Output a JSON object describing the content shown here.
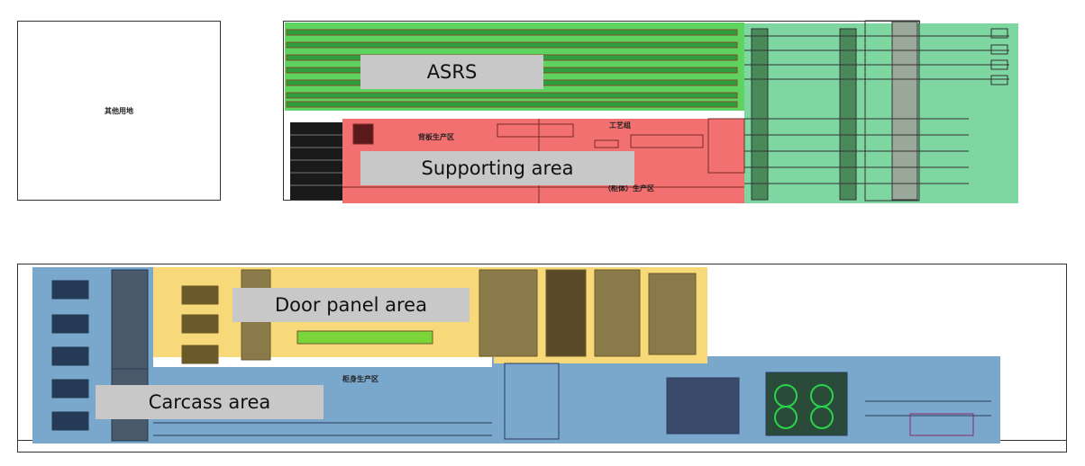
{
  "labels": {
    "asrs": "ASRS",
    "supporting": "Supporting area",
    "door_panel": "Door panel area",
    "carcass": "Carcass area"
  },
  "drawing_text": {
    "other_land": "其他用地",
    "back_panel_zone": "背板生产区",
    "craft_group": "工艺组",
    "cabinet_zone": "（柜体）生产区",
    "carcass_zone": "柜身生产区"
  },
  "colors": {
    "asrs_fill": "#5fd35f",
    "supporting_fill": "#f27070",
    "right_green": "#7ed6a0",
    "door_fill": "#f7d97a",
    "carcass_fill": "#7aa8cc",
    "label_bg": "#c8c8c8"
  }
}
